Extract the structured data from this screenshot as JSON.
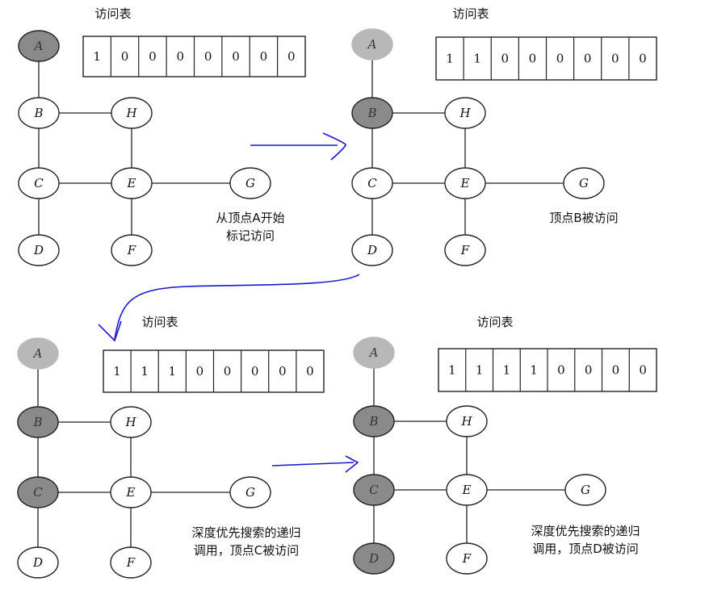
{
  "panels": [
    {
      "table_title": "访问表",
      "visit_table": [
        "1",
        "0",
        "0",
        "0",
        "0",
        "0",
        "0",
        "0"
      ],
      "nodes": {
        "A": "A",
        "B": "B",
        "H": "H",
        "C": "C",
        "E": "E",
        "G": "G",
        "D": "D",
        "F": "F"
      },
      "node_states": {
        "A": "current",
        "B": "unvisited",
        "H": "unvisited",
        "C": "unvisited",
        "E": "unvisited",
        "G": "unvisited",
        "D": "unvisited",
        "F": "unvisited"
      },
      "caption_lines": [
        "从顶点A开始",
        "标记访问"
      ]
    },
    {
      "table_title": "访问表",
      "visit_table": [
        "1",
        "1",
        "0",
        "0",
        "0",
        "0",
        "0",
        "0"
      ],
      "nodes": {
        "A": "A",
        "B": "B",
        "H": "H",
        "C": "C",
        "E": "E",
        "G": "G",
        "D": "D",
        "F": "F"
      },
      "node_states": {
        "A": "done",
        "B": "current",
        "H": "unvisited",
        "C": "unvisited",
        "E": "unvisited",
        "G": "unvisited",
        "D": "unvisited",
        "F": "unvisited"
      },
      "caption_lines": [
        "顶点B被访问"
      ]
    },
    {
      "table_title": "访问表",
      "visit_table": [
        "1",
        "1",
        "1",
        "0",
        "0",
        "0",
        "0",
        "0"
      ],
      "nodes": {
        "A": "A",
        "B": "B",
        "H": "H",
        "C": "C",
        "E": "E",
        "G": "G",
        "D": "D",
        "F": "F"
      },
      "node_states": {
        "A": "done",
        "B": "current",
        "H": "unvisited",
        "C": "current",
        "E": "unvisited",
        "G": "unvisited",
        "D": "unvisited",
        "F": "unvisited"
      },
      "caption_lines": [
        "深度优先搜索的递归",
        "调用，顶点C被访问"
      ]
    },
    {
      "table_title": "访问表",
      "visit_table": [
        "1",
        "1",
        "1",
        "1",
        "0",
        "0",
        "0",
        "0"
      ],
      "nodes": {
        "A": "A",
        "B": "B",
        "H": "H",
        "C": "C",
        "E": "E",
        "G": "G",
        "D": "D",
        "F": "F"
      },
      "node_states": {
        "A": "done",
        "B": "current",
        "H": "unvisited",
        "C": "current",
        "E": "unvisited",
        "G": "unvisited",
        "D": "current",
        "F": "unvisited"
      },
      "caption_lines": [
        "深度优先搜索的递归",
        "调用，顶点D被访问"
      ]
    }
  ],
  "graph_edges": [
    [
      "A",
      "B"
    ],
    [
      "B",
      "H"
    ],
    [
      "B",
      "C"
    ],
    [
      "H",
      "E"
    ],
    [
      "C",
      "E"
    ],
    [
      "E",
      "G"
    ],
    [
      "C",
      "D"
    ],
    [
      "E",
      "F"
    ]
  ],
  "colors": {
    "current": "#8a8a8a",
    "done": "#b8b8b8",
    "unvisited": "#ffffff",
    "stroke": "#222222",
    "arrow": "#1a1acc"
  }
}
